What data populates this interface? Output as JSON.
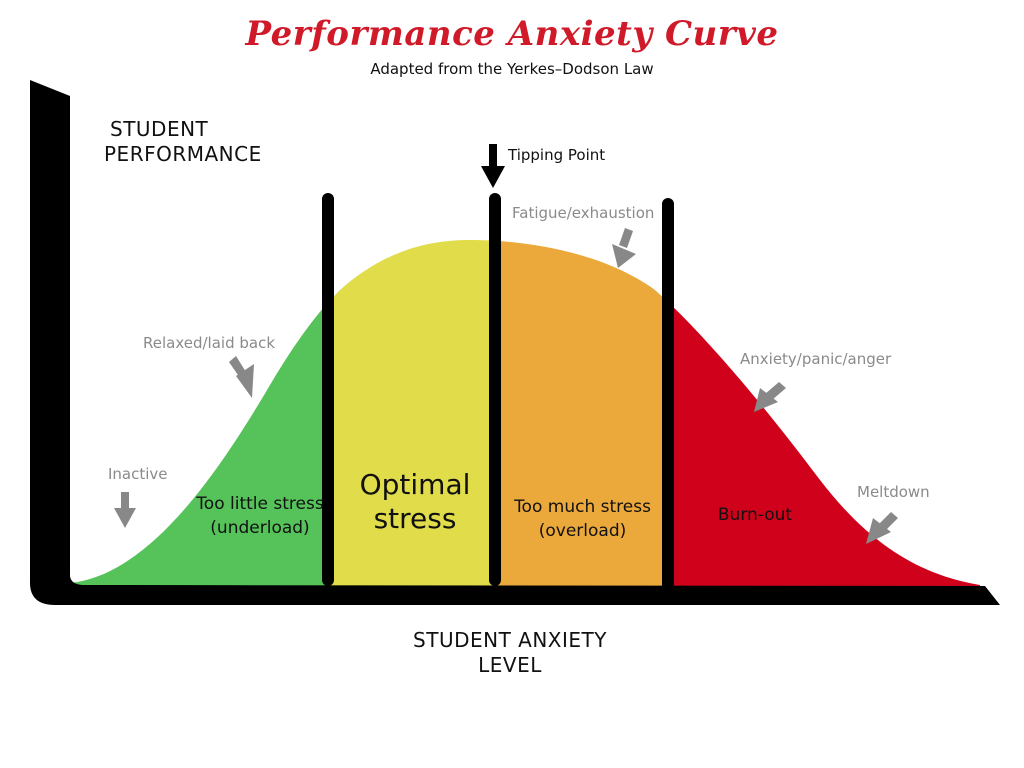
{
  "title": "Performance Anxiety Curve",
  "subtitle": "Adapted from the Yerkes–Dodson Law",
  "y_axis_label": {
    "line1": "STUDENT",
    "line2": "PERFORMANCE"
  },
  "x_axis_label": {
    "line1": "STUDENT ANXIETY",
    "line2": "LEVEL"
  },
  "tipping_point": "Tipping Point",
  "annotations": {
    "inactive": "Inactive",
    "relaxed": "Relaxed/laid back",
    "fatigue": "Fatigue/exhaustion",
    "anxiety": "Anxiety/panic/anger",
    "meltdown": "Meltdown"
  },
  "zones": [
    {
      "line1": "Too little stress",
      "line2": "(underload)",
      "color": "#55c25a"
    },
    {
      "line1": "Optimal",
      "line2": "stress",
      "color": "#e0dc4a"
    },
    {
      "line1": "Too much stress",
      "line2": "(overload)",
      "color": "#eba83b"
    },
    {
      "line1": "Burn-out",
      "line2": "",
      "color": "#d0021b"
    }
  ],
  "colors": {
    "title": "#d01a2a",
    "annotation": "#8a8a8a",
    "axis": "#000000"
  }
}
